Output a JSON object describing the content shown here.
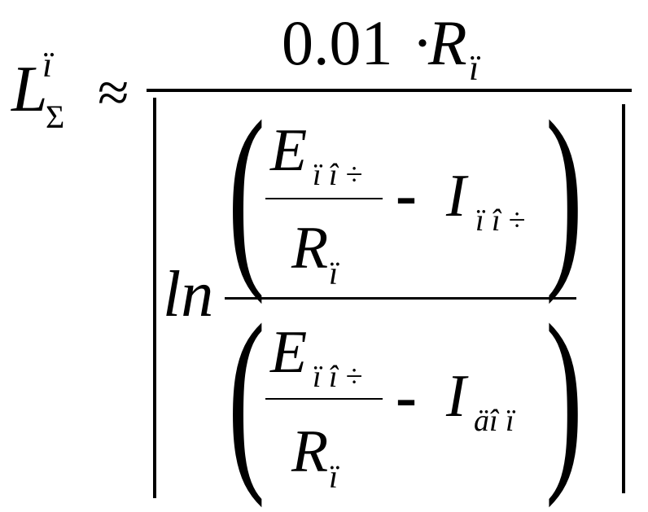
{
  "formula": {
    "lhs": {
      "symbol": "L",
      "superscript": "ï",
      "subscript": "Σ"
    },
    "relation": "≈",
    "numerator": {
      "coefficient": "0.01",
      "dot": "·",
      "symbol": "R",
      "subscript": "ï"
    },
    "log_function": "ln",
    "upper": {
      "frac_numerator": {
        "symbol": "E",
        "subscript": "ï î ÷"
      },
      "frac_denominator": {
        "symbol": "R",
        "subscript": "ï"
      },
      "minus": "-",
      "current": {
        "symbol": "I",
        "subscript": "ï î ÷"
      },
      "left_paren": "(",
      "right_paren": ")"
    },
    "lower": {
      "frac_numerator": {
        "symbol": "E",
        "subscript": "ï î ÷"
      },
      "frac_denominator": {
        "symbol": "R",
        "subscript": "ï"
      },
      "minus": "-",
      "current": {
        "symbol": "I",
        "subscript": "äî ï"
      },
      "left_paren": "(",
      "right_paren": ")"
    }
  }
}
